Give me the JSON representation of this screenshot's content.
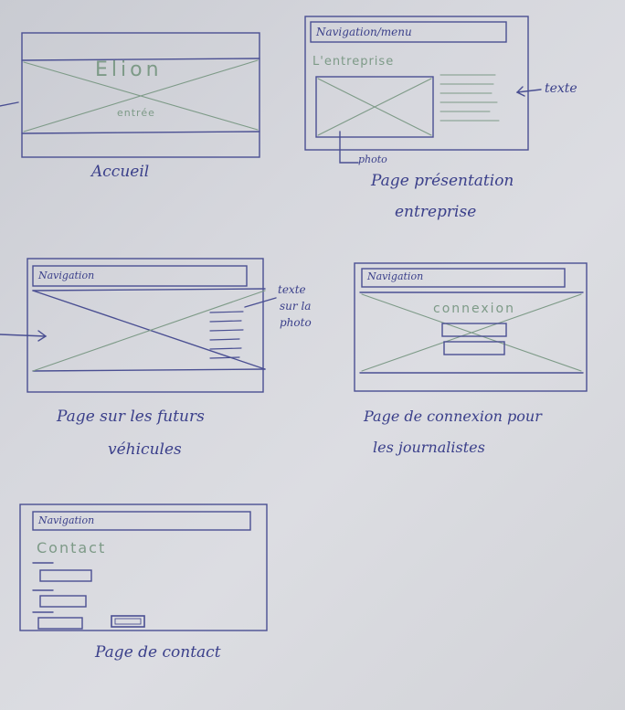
{
  "sketches": {
    "accueil": {
      "logo": "Elion",
      "link": "entrée",
      "caption": "Accueil"
    },
    "entreprise": {
      "nav": "Navigation/menu",
      "title": "L'entreprise",
      "text_note": "texte",
      "photo_note": "photo",
      "caption_line1": "Page présentation",
      "caption_line2": "entreprise"
    },
    "vehicules": {
      "nav": "Navigation",
      "note_line1": "texte",
      "note_line2": "sur la",
      "note_line3": "photo",
      "caption_line1": "Page sur les futurs",
      "caption_line2": "véhicules"
    },
    "connexion": {
      "nav": "Navigation",
      "title": "connexion",
      "caption_line1": "Page de connexion pour",
      "caption_line2": "les journalistes"
    },
    "contact": {
      "nav": "Navigation",
      "title": "Contact",
      "caption": "Page de contact"
    }
  },
  "colors": {
    "ink": "#3a3f8a",
    "pencil": "#7d9a87",
    "paper": "#d8d9de"
  }
}
